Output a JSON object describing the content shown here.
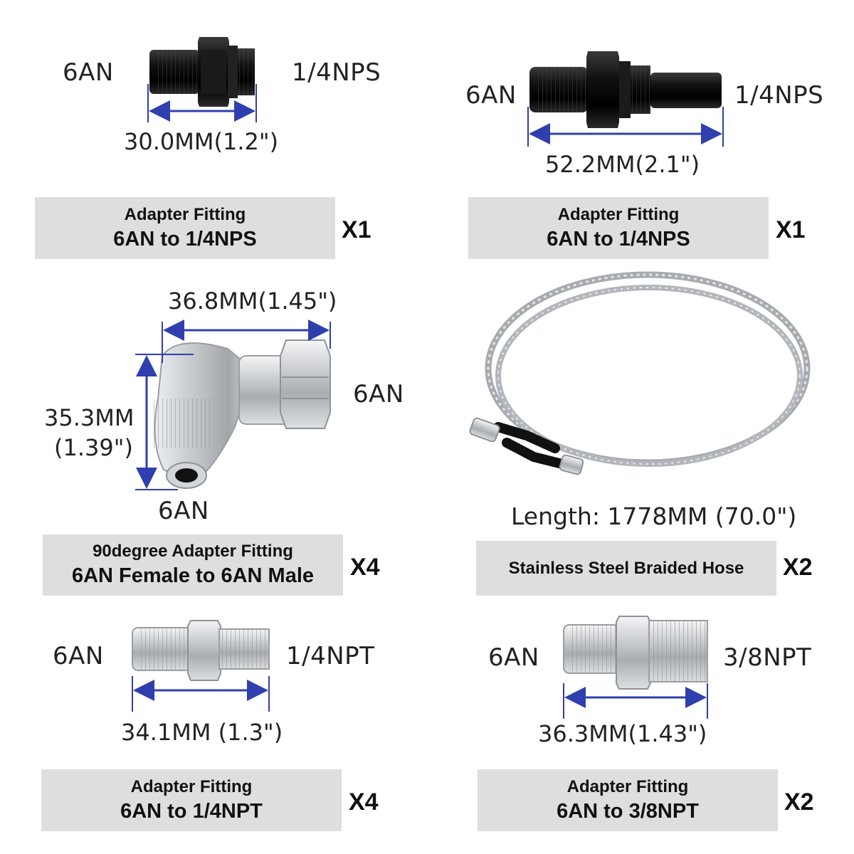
{
  "items": [
    {
      "name": "Adapter Fitting",
      "spec": "6AN to 1/4NPS",
      "qty": "X1",
      "left_label": "6AN",
      "right_label": "1/4NPS",
      "dimension": "30.0MM(1.2\")",
      "finish": "black"
    },
    {
      "name": "Adapter Fitting",
      "spec": "6AN to 1/4NPS",
      "qty": "X1",
      "left_label": "6AN",
      "right_label": "1/4NPS",
      "dimension": "52.2MM(2.1\")",
      "finish": "black"
    },
    {
      "name": "90degree Adapter Fitting",
      "spec": "6AN Female to 6AN Male",
      "qty": "X4",
      "top_label": "6AN",
      "bottom_label": "6AN",
      "width_dimension": "36.8MM(1.45\")",
      "height_dimension_mm": "35.3MM",
      "height_dimension_in": "(1.39\")",
      "finish": "silver"
    },
    {
      "name": "Stainless Steel Braided Hose",
      "qty": "X2",
      "length": "Length: 1778MM (70.0\")",
      "finish": "braided steel"
    },
    {
      "name": "Adapter Fitting",
      "spec": "6AN to 1/4NPT",
      "qty": "X4",
      "left_label": "6AN",
      "right_label": "1/4NPT",
      "dimension": "34.1MM (1.3\")",
      "finish": "silver"
    },
    {
      "name": "Adapter Fitting",
      "spec": "6AN to 3/8NPT",
      "qty": "X2",
      "left_label": "6AN",
      "right_label": "3/8NPT",
      "dimension": "36.3MM(1.43\")",
      "finish": "silver"
    }
  ],
  "colors": {
    "dimension_line": "#2f3fae",
    "label_box": "#dedede",
    "black_fitting": "#111111",
    "silver_fitting": "#c8cbcf"
  }
}
